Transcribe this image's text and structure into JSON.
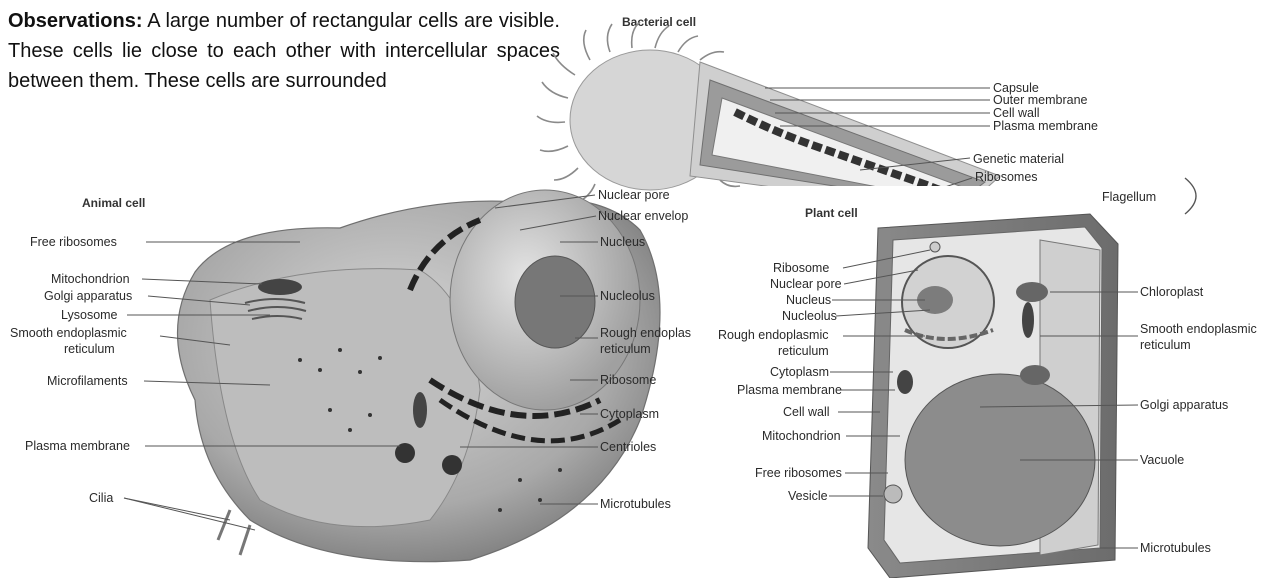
{
  "observations": {
    "heading": "Observations:",
    "text": "A large number of rectangular cells are visible. These cells lie close to each other with intercellular spaces between them. These cells are surrounded"
  },
  "bacterial": {
    "title": "Bacterial cell",
    "labels": [
      "Capsule",
      "Outer membrane",
      "Cell wall",
      "Plasma membrane",
      "Genetic material",
      "Ribosomes",
      "Flagellum"
    ]
  },
  "animal": {
    "title": "Animal cell",
    "left_labels": [
      "Free ribosomes",
      "Mitochondrion",
      "Golgi apparatus",
      "Lysosome",
      "Smooth endoplasmic",
      "reticulum",
      "Microfilaments",
      "Plasma membrane",
      "Cilia"
    ],
    "right_labels": [
      "Nuclear pore",
      "Nuclear envelop",
      "Nucleus",
      "Nucleolus",
      "Rough endoplas",
      "reticulum",
      "Ribosome",
      "Cytoplasm",
      "Centrioles",
      "Microtubules"
    ]
  },
  "plant": {
    "title": "Plant cell",
    "left_labels": [
      "Ribosome",
      "Nuclear pore",
      "Nucleus",
      "Nucleolus",
      "Rough endoplasmic",
      "reticulum",
      "Cytoplasm",
      "Plasma membrane",
      "Cell wall",
      "Mitochondrion",
      "Free ribosomes",
      "Vesicle"
    ],
    "right_labels": [
      "Chloroplast",
      "Smooth endoplasmic",
      "reticulum",
      "Golgi apparatus",
      "Vacuole",
      "Microtubules"
    ]
  }
}
